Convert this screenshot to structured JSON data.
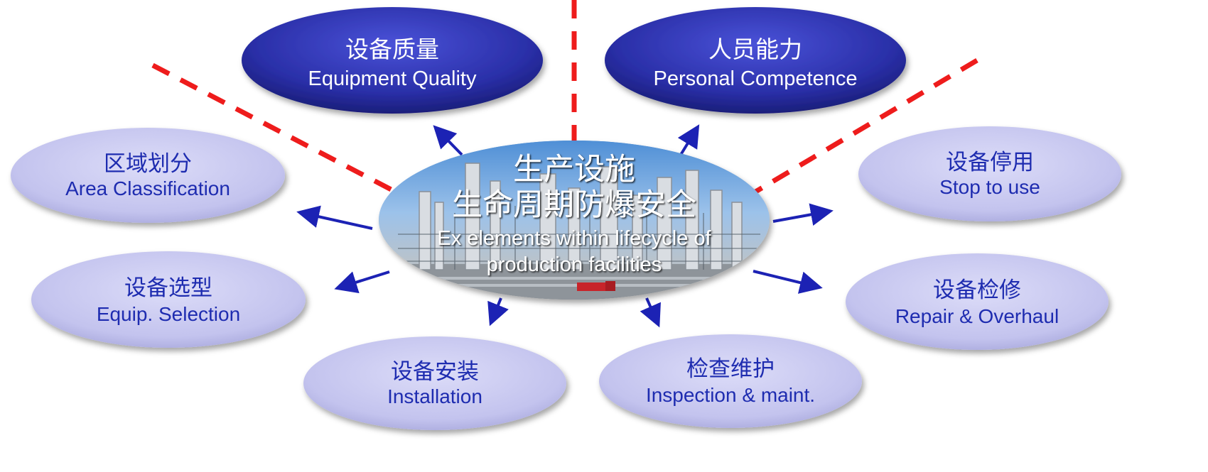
{
  "center": {
    "title_line1": "生产设施",
    "title_line2": "生命周期防爆安全",
    "subtitle_line1": "Ex elements within lifecycle of",
    "subtitle_line2": "production facilities"
  },
  "nodes": {
    "equipment_quality": {
      "cn": "设备质量",
      "en": "Equipment Quality"
    },
    "personal_competence": {
      "cn": "人员能力",
      "en": "Personal Competence"
    },
    "area_classification": {
      "cn": "区域划分",
      "en": "Area Classification"
    },
    "stop_to_use": {
      "cn": "设备停用",
      "en": "Stop to use"
    },
    "equip_selection": {
      "cn": "设备选型",
      "en": "Equip. Selection"
    },
    "repair_overhaul": {
      "cn": "设备检修",
      "en": "Repair & Overhaul"
    },
    "installation": {
      "cn": "设备安装",
      "en": "Installation"
    },
    "inspection_maint": {
      "cn": "检查维护",
      "en": "Inspection & maint."
    }
  },
  "colors": {
    "dark_node": "#2a2fa8",
    "light_node": "#c7c7f0",
    "arrow": "#1c22b4",
    "dashed_line": "#ee1c1c"
  }
}
